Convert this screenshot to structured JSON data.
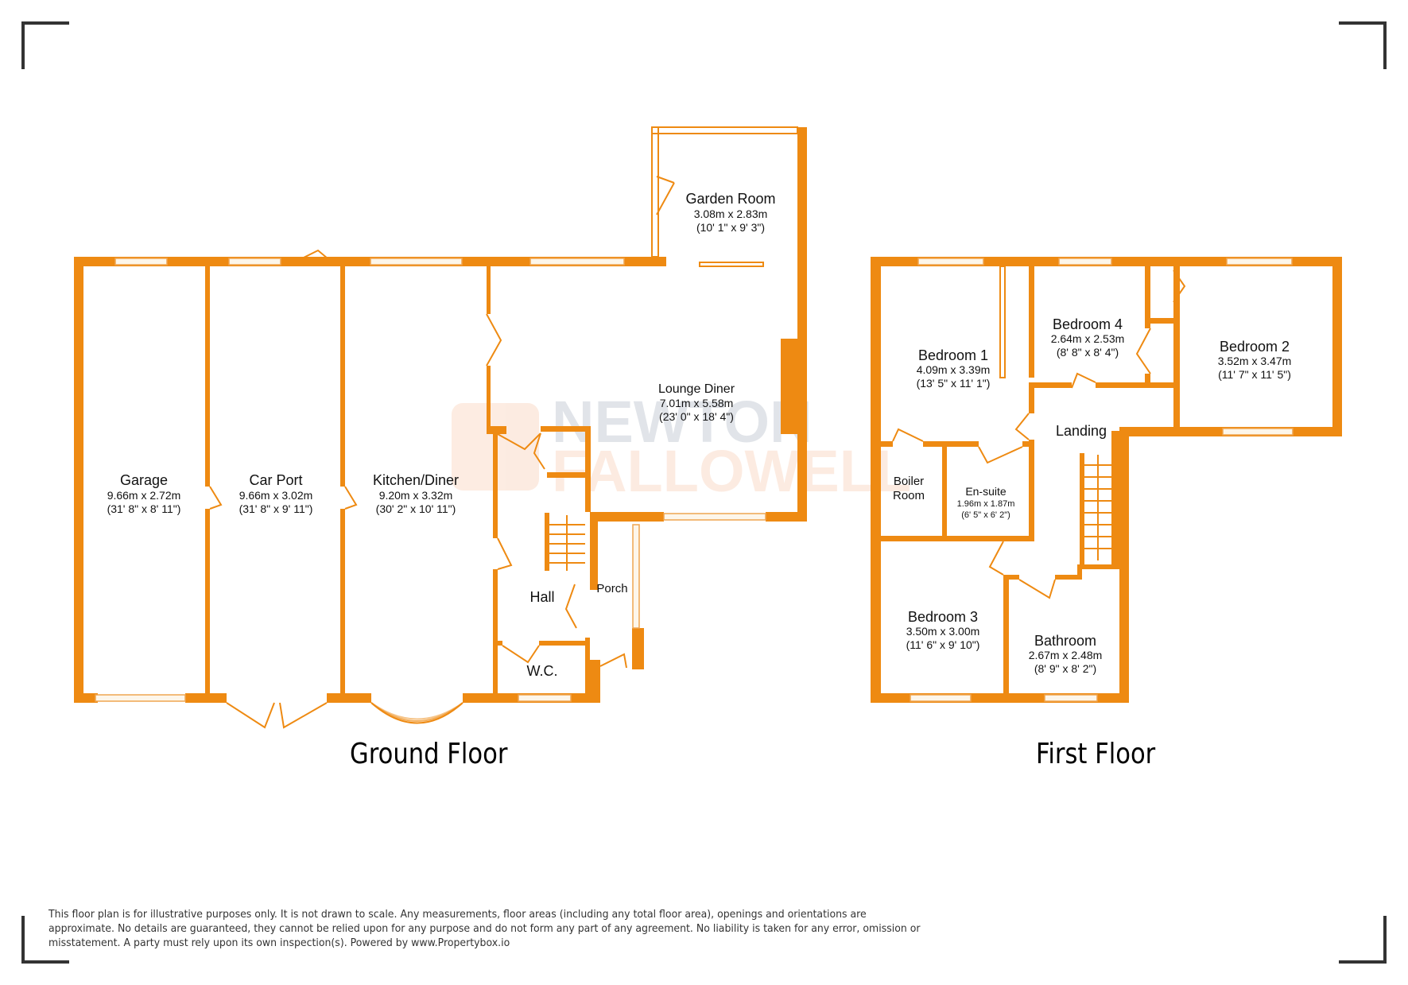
{
  "floors": {
    "ground": {
      "label": "Ground Floor",
      "rooms": {
        "garage": {
          "name": "Garage",
          "metric": "9.66m x 2.72m",
          "imperial": "(31' 8\" x 8' 11\")"
        },
        "car_port": {
          "name": "Car Port",
          "metric": "9.66m x 3.02m",
          "imperial": "(31' 8\" x 9' 11\")"
        },
        "kitchen": {
          "name": "Kitchen/Diner",
          "metric": "9.20m x 3.32m",
          "imperial": "(30' 2\" x 10' 11\")"
        },
        "lounge": {
          "name": "Lounge Diner",
          "metric": "7.01m x 5.58m",
          "imperial": "(23' 0\" x 18' 4\")"
        },
        "garden_room": {
          "name": "Garden Room",
          "metric": "3.08m x 2.83m",
          "imperial": "(10' 1\" x 9' 3\")"
        },
        "hall": {
          "name": "Hall"
        },
        "porch": {
          "name": "Porch"
        },
        "wc": {
          "name": "W.C."
        }
      }
    },
    "first": {
      "label": "First Floor",
      "rooms": {
        "bedroom1": {
          "name": "Bedroom 1",
          "metric": "4.09m x 3.39m",
          "imperial": "(13' 5\" x 11' 1\")"
        },
        "bedroom4": {
          "name": "Bedroom 4",
          "metric": "2.64m x 2.53m",
          "imperial": "(8' 8\" x 8' 4\")"
        },
        "bedroom2": {
          "name": "Bedroom 2",
          "metric": "3.52m x 3.47m",
          "imperial": "(11' 7\" x 11' 5\")"
        },
        "landing": {
          "name": "Landing"
        },
        "boiler": {
          "name_line1": "Boiler",
          "name_line2": "Room"
        },
        "ensuite": {
          "name": "En-suite",
          "metric": "1.96m x 1.87m",
          "imperial": "(6' 5\" x 6' 2\")"
        },
        "bedroom3": {
          "name": "Bedroom 3",
          "metric": "3.50m x 3.00m",
          "imperial": "(11' 6\" x 9' 10\")"
        },
        "bathroom": {
          "name": "Bathroom",
          "metric": "2.67m x 2.48m",
          "imperial": "(8' 9\" x 8' 2\")"
        }
      }
    }
  },
  "watermark": {
    "line1": "NEWTON",
    "line2": "FALLOWELL"
  },
  "colors": {
    "wall": "#ee8a12",
    "text": "#111111"
  },
  "disclaimer": "This floor plan is for illustrative purposes only. It is not drawn to scale. Any measurements, floor areas (including any total floor area), openings and orientations are approximate. No details are guaranteed, they cannot be relied upon for any purpose and do not form any part of any agreement. No liability is taken for any error, omission or misstatement. A party must rely upon its own inspection(s). Powered by www.Propertybox.io"
}
